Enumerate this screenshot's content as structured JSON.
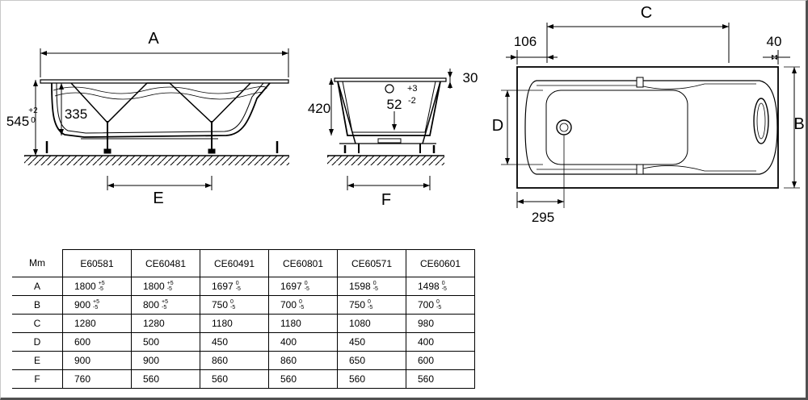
{
  "dimensions": {
    "A": "A",
    "B": "B",
    "C": "C",
    "D": "D",
    "E": "E",
    "F": "F",
    "height_total": "545",
    "height_total_tol_upper": "+2",
    "height_total_tol_lower": "0",
    "inner_depth": "335",
    "end_height": "420",
    "rim": "30",
    "angle": "52",
    "angle_tol_upper": "+3",
    "angle_tol_lower": "-2",
    "offset_c_left": "106",
    "offset_c_right": "40",
    "drain_offset": "295"
  },
  "table": {
    "corner": "Mm",
    "columns": [
      "E60581",
      "CE60481",
      "CE60491",
      "CE60801",
      "CE60571",
      "CE60601"
    ],
    "rows": [
      {
        "label": "A",
        "cells": [
          {
            "v": "1800",
            "u": "+5",
            "l": "-5"
          },
          {
            "v": "1800",
            "u": "+5",
            "l": "-5"
          },
          {
            "v": "1697",
            "u": "0",
            "l": "-5"
          },
          {
            "v": "1697",
            "u": "0",
            "l": "-5"
          },
          {
            "v": "1598",
            "u": "0",
            "l": "-5"
          },
          {
            "v": "1498",
            "u": "0",
            "l": "-5"
          }
        ]
      },
      {
        "label": "B",
        "cells": [
          {
            "v": "900",
            "u": "+5",
            "l": "-5"
          },
          {
            "v": "800",
            "u": "+5",
            "l": "-5"
          },
          {
            "v": "750",
            "u": "0",
            "l": "-5"
          },
          {
            "v": "700",
            "u": "0",
            "l": "-5"
          },
          {
            "v": "750",
            "u": "0",
            "l": "-5"
          },
          {
            "v": "700",
            "u": "0",
            "l": "-5"
          }
        ]
      },
      {
        "label": "C",
        "cells": [
          {
            "v": "1280"
          },
          {
            "v": "1280"
          },
          {
            "v": "1180"
          },
          {
            "v": "1180"
          },
          {
            "v": "1080"
          },
          {
            "v": "980"
          }
        ]
      },
      {
        "label": "D",
        "cells": [
          {
            "v": "600"
          },
          {
            "v": "500"
          },
          {
            "v": "450"
          },
          {
            "v": "400"
          },
          {
            "v": "450"
          },
          {
            "v": "400"
          }
        ]
      },
      {
        "label": "E",
        "cells": [
          {
            "v": "900"
          },
          {
            "v": "900"
          },
          {
            "v": "860"
          },
          {
            "v": "860"
          },
          {
            "v": "650"
          },
          {
            "v": "600"
          }
        ]
      },
      {
        "label": "F",
        "cells": [
          {
            "v": "760"
          },
          {
            "v": "560"
          },
          {
            "v": "560"
          },
          {
            "v": "560"
          },
          {
            "v": "560"
          },
          {
            "v": "560"
          }
        ]
      }
    ]
  }
}
